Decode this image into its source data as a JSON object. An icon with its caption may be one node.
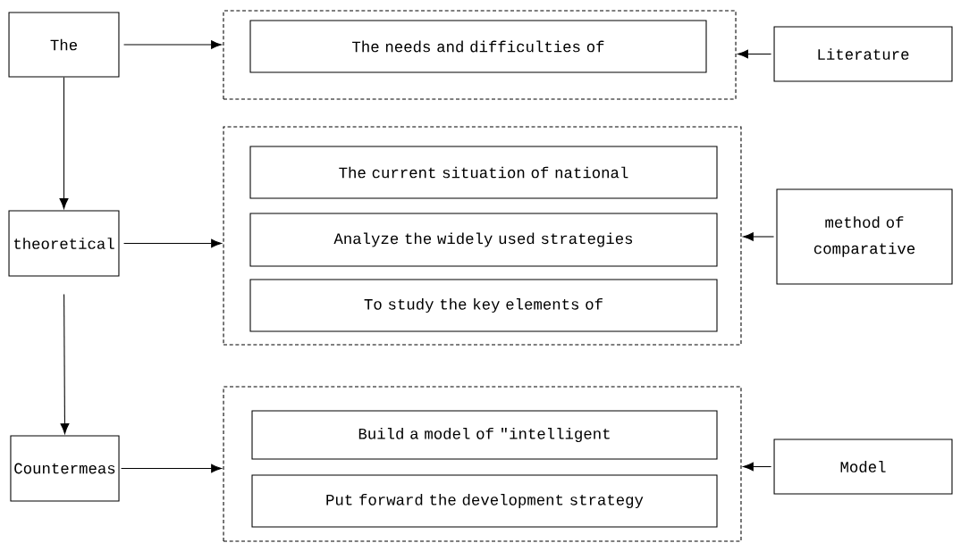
{
  "diagram": {
    "nodes": [
      {
        "text": [
          "The"
        ]
      },
      {
        "text": [],
        "shape": "box"
      },
      {
        "text": [
          "The needs and difficulties of"
        ],
        "in": 1
      },
      {
        "text": [
          "Literature"
        ]
      },
      {
        "text": [
          "theoretical"
        ]
      },
      {
        "text": [],
        "shape": "box"
      },
      {
        "text": [
          "The current situation of national"
        ],
        "in": 5
      },
      {
        "text": [
          "Analyze the widely used strategies"
        ],
        "in": 5
      },
      {
        "text": [
          "To study the key elements of"
        ],
        "in": 5
      },
      {
        "text": [
          "method of comparative"
        ]
      },
      {
        "text": [
          "Countermeas"
        ]
      },
      {
        "text": [],
        "shape": "box"
      },
      {
        "text": [
          "Build a model of ″intelligent"
        ],
        "in": 11
      },
      {
        "text": [
          "Put forward the development strategy"
        ],
        "in": 11
      },
      {
        "text": [
          "Model"
        ]
      }
    ],
    "edges": [
      {
        "from": 0,
        "to": 1,
        "arrow": "to"
      },
      {
        "from": 3,
        "to": 1,
        "arrow": "to"
      },
      {
        "from": 0,
        "to": 4,
        "arrow": "to"
      },
      {
        "from": 4,
        "to": 5,
        "arrow": "to"
      },
      {
        "from": 9,
        "to": 5,
        "arrow": "to"
      },
      {
        "from": 4,
        "to": 10,
        "arrow": "to"
      },
      {
        "from": 10,
        "to": 11,
        "arrow": "to"
      },
      {
        "from": 14,
        "to": 11,
        "arrow": "to"
      }
    ]
  }
}
